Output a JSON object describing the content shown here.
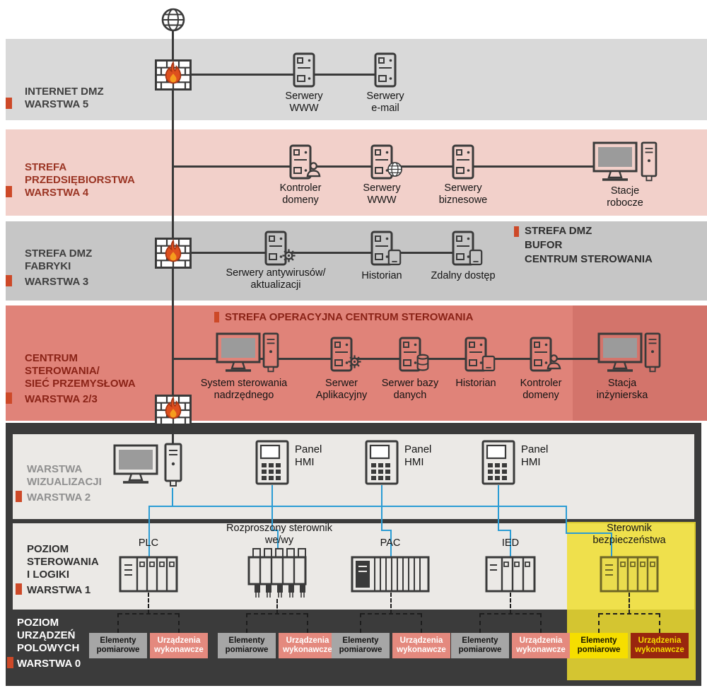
{
  "title": "Architektura sieci przemysłowej - model warstwowy",
  "colors": {
    "accent_red_marker": "#cd4928",
    "band_internet_dmz": "#d9d9d9",
    "band_enterprise": "#f2d0ca",
    "band_factory_dmz": "#c6c6c6",
    "band_control_center": "#e08379",
    "band_control_center_dark": "#d3746b",
    "dark_box": "#3b3b3b",
    "inner_band": "#ebe9e6",
    "highlight_yellow": "#f0de30",
    "hmi_network_blue": "#2a9cd4",
    "flame_orange": "#dd4f1e"
  },
  "icons": {
    "internet": "globe-icon",
    "firewall": "firewall-icon",
    "server": "server-icon",
    "workstation": "monitor-icon",
    "tower": "pc-tower-icon",
    "hmi_panel": "hmi-panel-icon",
    "plc_rack": "plc-rack-icon",
    "distributed_io": "distributed-io-icon",
    "pac_rack": "pac-rack-icon",
    "ied_rack": "ied-rack-icon",
    "safety_controller": "safety-plc-icon",
    "badge_person": "person-icon",
    "badge_gear": "gear-icon",
    "badge_database": "database-icon",
    "badge_device": "device-icon"
  },
  "bands": {
    "l5": {
      "lines": [
        "INTERNET DMZ",
        "WARSTWA 5"
      ]
    },
    "l4": {
      "lines": [
        "STREFA",
        "PRZEDSIĘBIORSTWA",
        "WARSTWA 4"
      ]
    },
    "l3": {
      "lines": [
        "STREFA DMZ",
        "FABRYKI",
        "WARSTWA 3"
      ],
      "right": [
        "STREFA DMZ",
        "BUFOR",
        "CENTRUM STEROWANIA"
      ]
    },
    "l23": {
      "lines": [
        "CENTRUM",
        "STEROWANIA/",
        "SIEĆ PRZEMYSŁOWA",
        "WARSTWA 2/3"
      ],
      "header": "STREFA OPERACYJNA CENTRUM STEROWANIA"
    },
    "viz": {
      "lines": [
        "WARSTWA",
        "WIZUALIZACJI",
        "WARSTWA 2"
      ]
    },
    "ctrl": {
      "lines": [
        "POZIOM",
        "STEROWANIA",
        "I LOGIKI",
        "WARSTWA 1"
      ]
    },
    "field": {
      "lines": [
        "POZIOM",
        "URZĄDZEŃ",
        "POLOWYCH",
        "WARSTWA 0"
      ]
    }
  },
  "nodes": {
    "www5": {
      "l1": "Serwery",
      "l2": "WWW"
    },
    "email5": {
      "l1": "Serwery",
      "l2": "e-mail"
    },
    "kd4": {
      "l1": "Kontroler",
      "l2": "domeny"
    },
    "www4": {
      "l1": "Serwery",
      "l2": "WWW"
    },
    "biz4": {
      "l1": "Serwery",
      "l2": "biznesowe"
    },
    "st4": {
      "l1": "Stacje",
      "l2": "robocze"
    },
    "av3": {
      "l1": "Serwery antywirusów/",
      "l2": "aktualizacji"
    },
    "his3": {
      "l1": "Historian"
    },
    "zd3": {
      "l1": "Zdalny dostęp"
    },
    "sys23": {
      "l1": "System sterowania",
      "l2": "nadrzędnego"
    },
    "app23": {
      "l1": "Serwer",
      "l2": "Aplikacyjny"
    },
    "db23": {
      "l1": "Serwer bazy",
      "l2": "danych"
    },
    "his23": {
      "l1": "Historian"
    },
    "kd23": {
      "l1": "Kontroler",
      "l2": "domeny"
    },
    "eng23": {
      "l1": "Stacja",
      "l2": "inżynierska"
    },
    "hmi": {
      "l1": "Panel",
      "l2": "HMI"
    },
    "plc": {
      "l1": "PLC"
    },
    "dio": {
      "l1": "Rozproszony sterownik",
      "l2": "we/wy"
    },
    "pac": {
      "l1": "PAC"
    },
    "ied": {
      "l1": "IED"
    },
    "safety": {
      "l1": "Sterownik",
      "l2": "bezpieczeństwa"
    }
  },
  "fieldbox": {
    "m1": "Elementy",
    "m2": "pomiarowe",
    "a1": "Urządzenia",
    "a2": "wykonawcze"
  }
}
